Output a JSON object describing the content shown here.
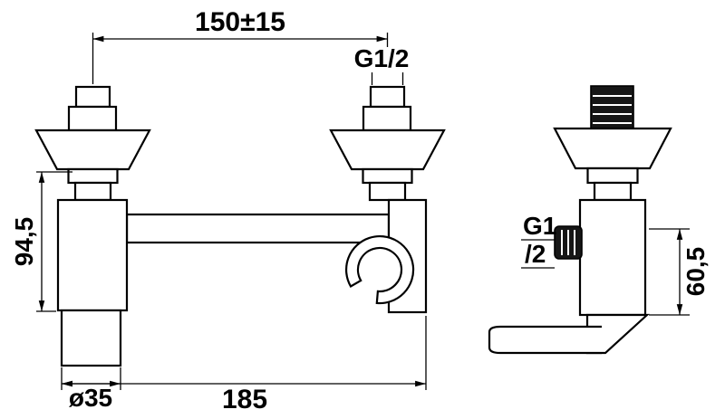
{
  "drawing": {
    "background": "#ffffff",
    "line_color": "#000000",
    "fitting_color": "#161616",
    "labels": {
      "center_distance": "150±15",
      "top_thread": "G1/2",
      "body_height": "94,5",
      "base_diameter": "ø35",
      "overall_width": "185",
      "side_thread_line1": "G1",
      "side_thread_line2": "/2",
      "side_height": "60,5"
    }
  }
}
